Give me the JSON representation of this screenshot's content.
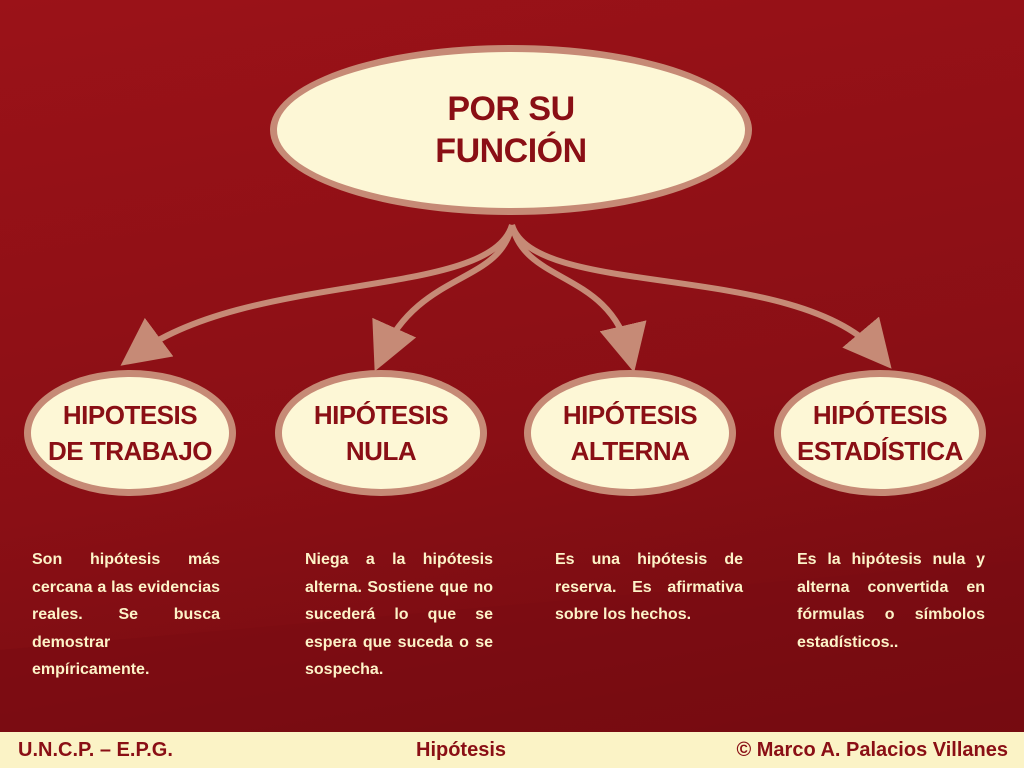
{
  "diagram": {
    "root": {
      "lines": [
        "POR SU",
        "FUNCIÓN"
      ]
    },
    "children": [
      {
        "lines": [
          "HIPOTESIS",
          "DE TRABAJO"
        ],
        "description": "Son hipótesis más cercana a las evidencias reales. Se busca demostrar empíricamente."
      },
      {
        "lines": [
          "HIPÓTESIS",
          "NULA"
        ],
        "description": "Niega a la hipótesis alterna. Sostiene que no sucederá lo que se espera que suceda o se sospecha."
      },
      {
        "lines": [
          "HIPÓTESIS",
          "ALTERNA"
        ],
        "description": "Es una hipótesis de reserva. Es afirmativa sobre los hechos."
      },
      {
        "lines": [
          "HIPÓTESIS",
          "ESTADÍSTICA"
        ],
        "description": "Es la hipótesis nula y alterna convertida en fórmulas o símbolos estadísticos.."
      }
    ]
  },
  "footer": {
    "left": "U.N.C.P. – E.P.G.",
    "center": "Hipótesis",
    "right": "© Marco A. Palacios Villanes"
  },
  "colors": {
    "background": "#8a0f15",
    "ellipse_fill": "#fdf7d6",
    "ellipse_border": "#c68a76",
    "heading_text": "#8a0f15",
    "description_text": "#fdf3c8",
    "footer_bar": "#fbf3c6"
  }
}
